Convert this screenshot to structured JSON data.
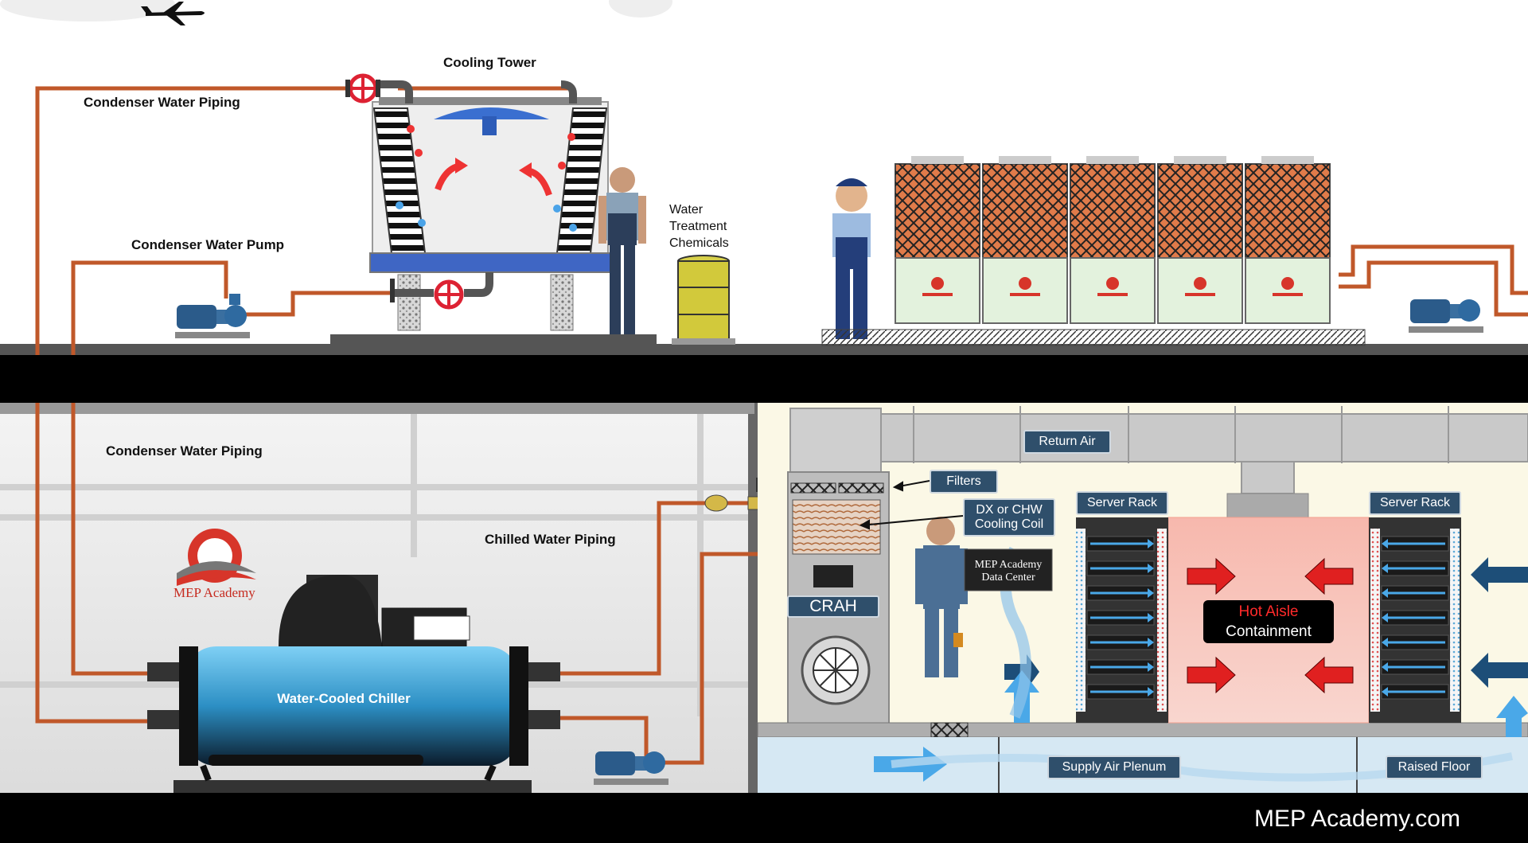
{
  "labels": {
    "cooling_tower": "Cooling Tower",
    "condenser_piping_top": "Condenser Water Piping",
    "condenser_pump": "Condenser Water Pump",
    "water_treatment": [
      "Water",
      "Treatment",
      "Chemicals"
    ],
    "condenser_piping_bottom": "Condenser Water Piping",
    "chilled_water_piping": "Chilled Water Piping",
    "chiller": "Water-Cooled Chiller",
    "logo_text": "MEP Academy",
    "return_air": "Return Air",
    "filters": "Filters",
    "coil": [
      "DX or CHW",
      "Cooling Coil"
    ],
    "plaque": [
      "MEP Academy",
      "Data Center"
    ],
    "crah": "CRAH",
    "server_rack_left": "Server Rack",
    "server_rack_right": "Server Rack",
    "hot_aisle": [
      "Hot Aisle",
      "Containment"
    ],
    "supply_plenum": "Supply Air Plenum",
    "raised_floor": "Raised Floor",
    "footer_brand": "MEP Academy.com"
  },
  "colors": {
    "pipe": "#c0582a",
    "dark_band": "#000000",
    "tag_bg": "#2f4f6b",
    "hot_aisle": "#f6c6bd",
    "hot_red": "#e02020",
    "chiller_blue": "#3aa3d6",
    "rack_blue": "#4aa8e8",
    "dark_arrow": "#1d4e78"
  },
  "icons": [
    "airplane-icon",
    "valve-icon",
    "pump-icon",
    "chiller-unit-icon",
    "fan-icon",
    "arrow-icon",
    "gear-logo-icon"
  ]
}
